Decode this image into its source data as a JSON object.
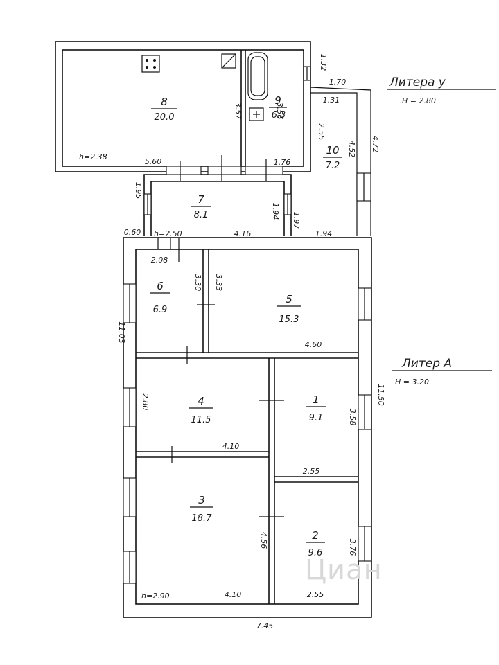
{
  "rooms": [
    {
      "id": "8",
      "number": "8",
      "area": "20.0"
    },
    {
      "id": "9",
      "number": "9",
      "area": "6.3"
    },
    {
      "id": "10",
      "number": "10",
      "area": "7.2"
    },
    {
      "id": "7a",
      "number": "7",
      "area": "8.1"
    },
    {
      "id": "6",
      "number": "6",
      "area": "6.9"
    },
    {
      "id": "5",
      "number": "5",
      "area": "15.3"
    },
    {
      "id": "4",
      "number": "4",
      "area": "11.5"
    },
    {
      "id": "1",
      "number": "1",
      "area": "9.1"
    },
    {
      "id": "3",
      "number": "3",
      "area": "18.7"
    },
    {
      "id": "2",
      "number": "2",
      "area": "9.6"
    }
  ],
  "dimensions": {
    "d132": "1.32",
    "d170": "1.70",
    "d131": "1.31",
    "d357": "3.57",
    "d356": "3.56",
    "d255a": "2.55",
    "d452": "4.52",
    "d472": "4.72",
    "h238": "h=2.38",
    "d560": "5.60",
    "d176": "1.76",
    "d195": "1.95",
    "d194a": "1.94",
    "d197": "1.97",
    "d060": "0.60",
    "h250": "h=2.50",
    "d416": "4.16",
    "d194b": "1.94",
    "d208": "2.08",
    "d330": "3.30",
    "d333": "3.33",
    "d1103": "11.03",
    "d460": "4.60",
    "d280": "2.80",
    "d410a": "4.10",
    "d358": "3.58",
    "d255b": "2.55",
    "d1150": "11.50",
    "d456": "4.56",
    "d376": "3.76",
    "h290": "h=2.90",
    "d410b": "4.10",
    "d255c": "2.55",
    "d745": "7.45"
  },
  "labels": {
    "litera_u": "Литера у",
    "height_u": "H = 2.80",
    "litera_a": "Литер А",
    "height_a": "H = 3.20"
  },
  "watermark": "Циан"
}
